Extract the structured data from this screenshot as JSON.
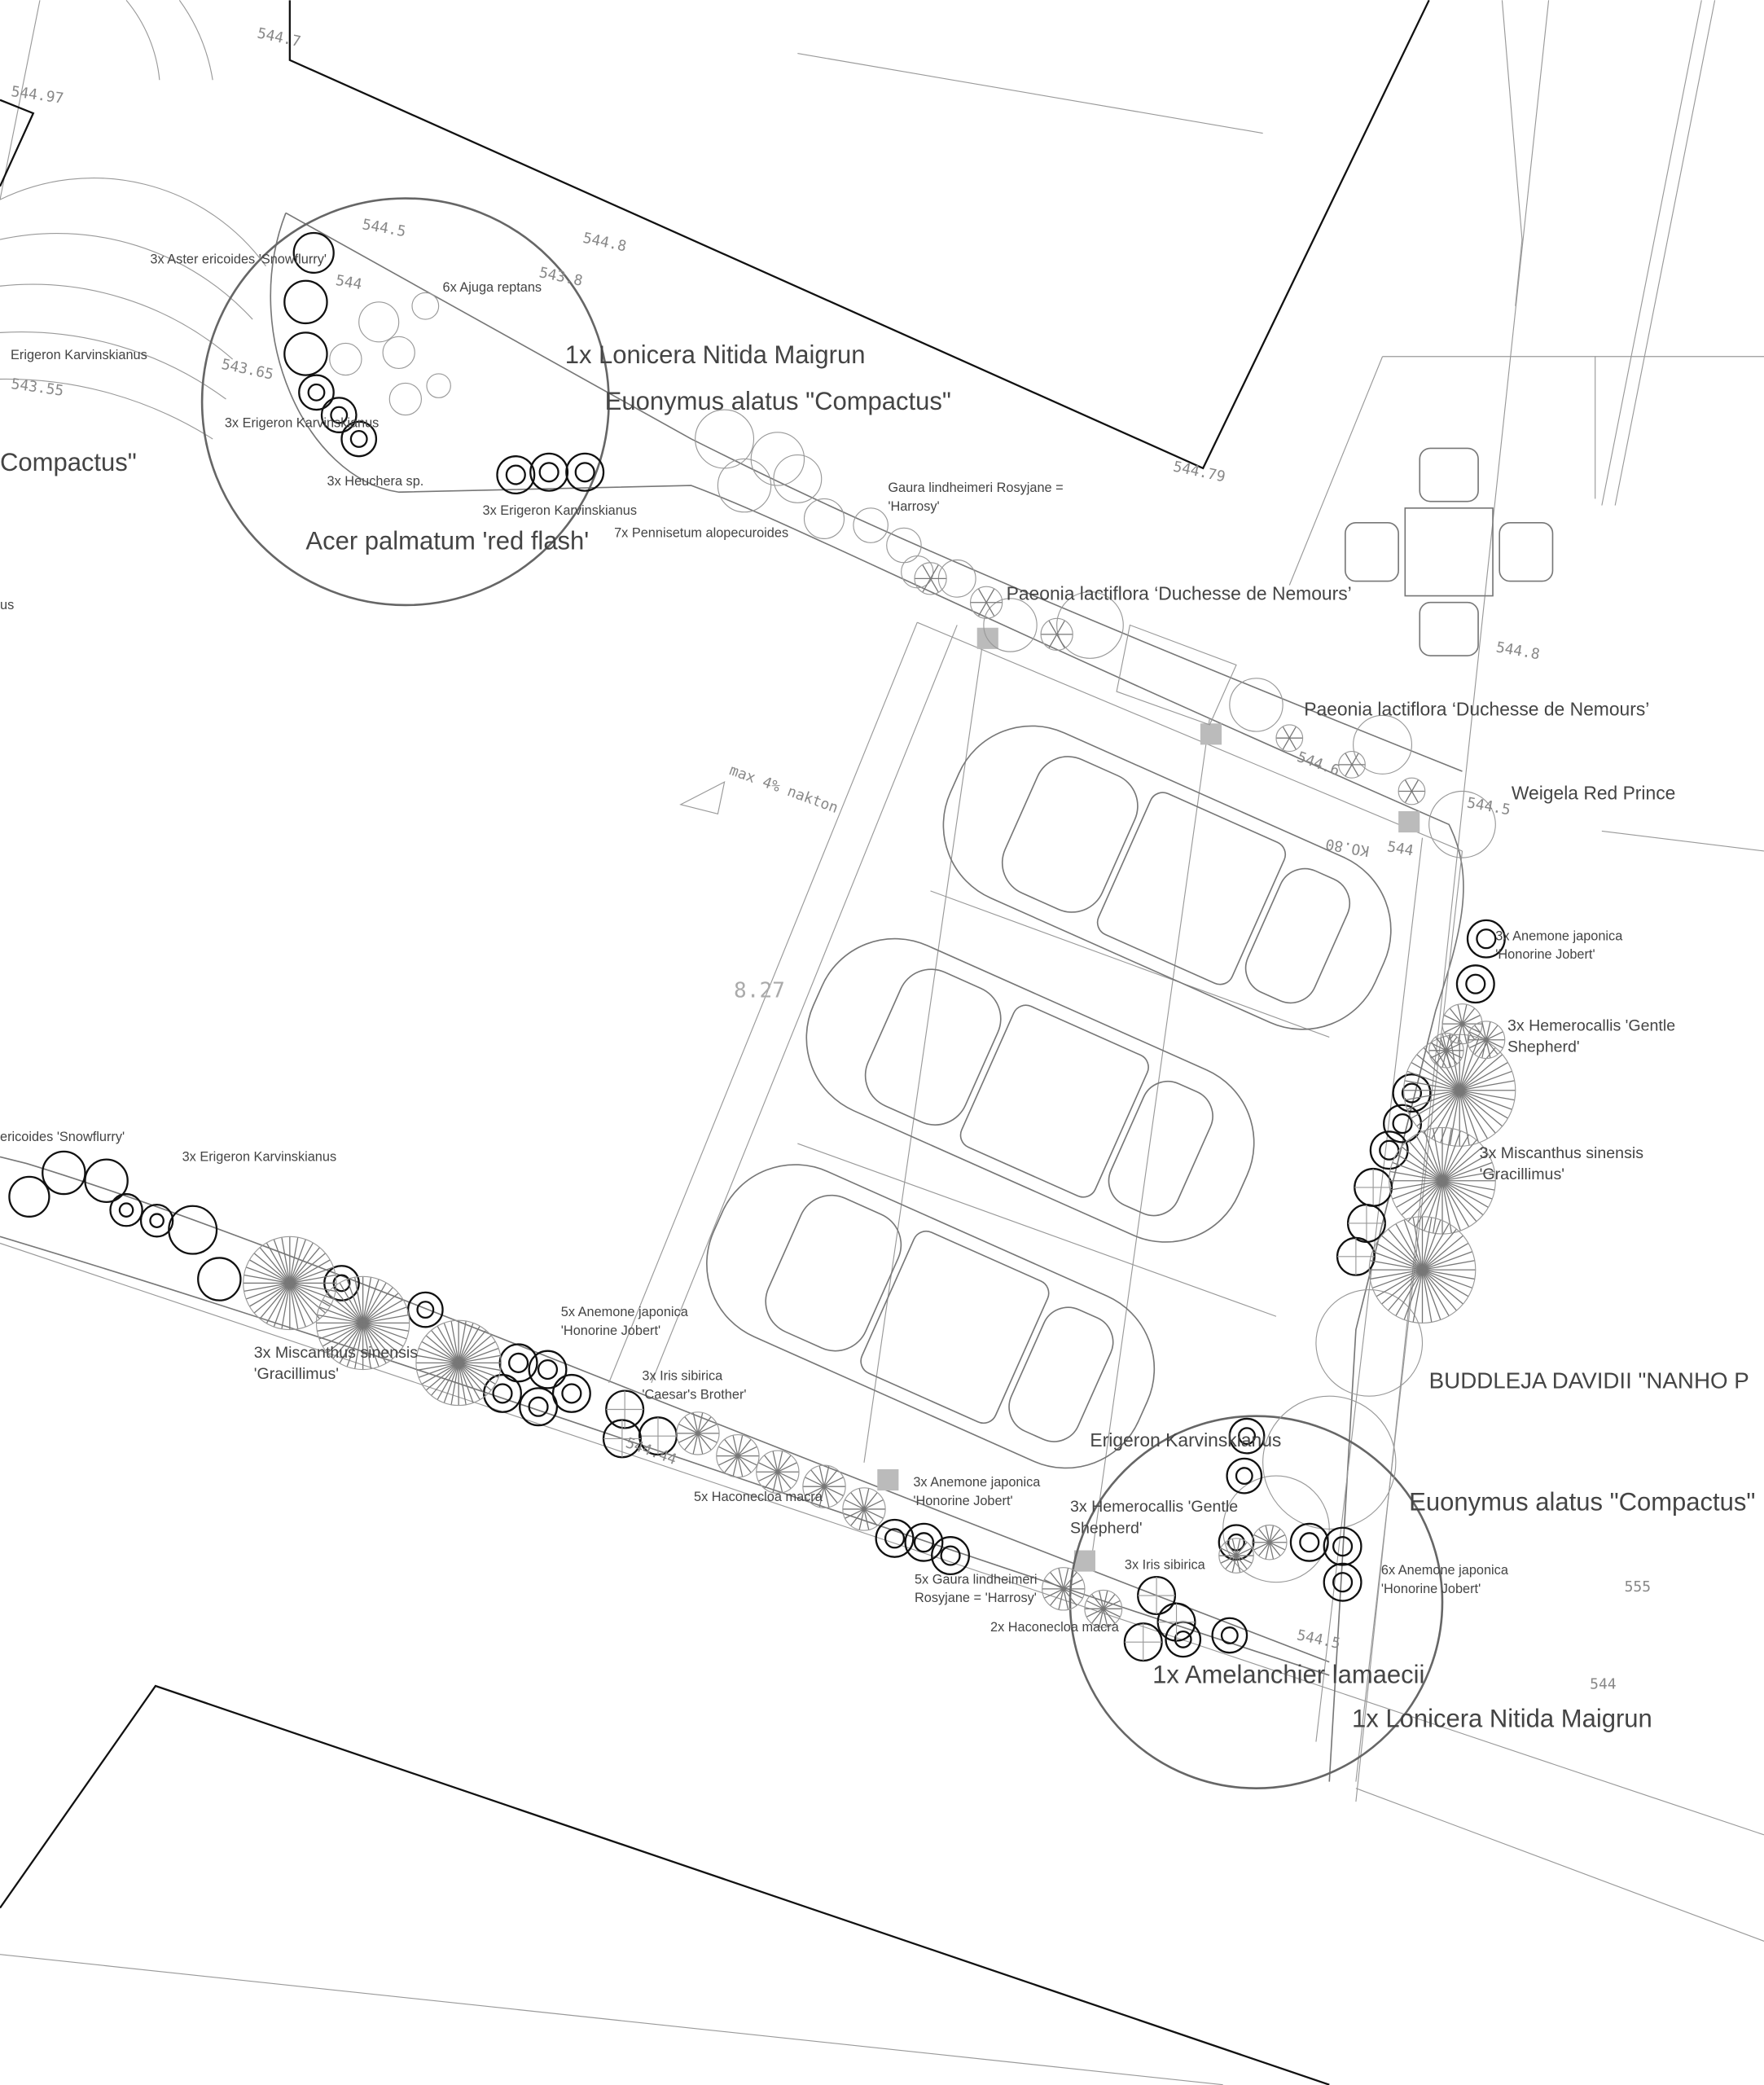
{
  "levels": [
    "544.7",
    "544.97",
    "544.5",
    "544.8",
    "543.8",
    "544",
    "543.65",
    "543.55",
    "544.79",
    "544.8",
    "544.6",
    "544.5",
    "544",
    "KO.80",
    "8.27",
    "544.44",
    "544.5",
    "555",
    "544"
  ],
  "slope_note": "max 4% nakton",
  "labels": {
    "aster_top": "3x Aster ericoides 'Snowflurry'",
    "ajuga": "6x Ajuga reptans",
    "erigeron_left": "Erigeron Karvinskianus",
    "lonicera_top": "1x Lonicera Nitida Maigrun",
    "euonymus_top": "Euonymus  alatus \"Compactus\"",
    "compactus_left": "Compactus\"",
    "erigeron_3a": "3x Erigeron Karvinskianus",
    "heuchera": "3x Heuchera sp.",
    "erigeron_3b": "3x Erigeron Karvinskianus",
    "pennisetum": "7x Pennisetum alopecuroides",
    "acer": "Acer palmatum 'red flash'",
    "gaura_top_1": "Gaura lindheimeri Rosyjane =",
    "gaura_top_2": "'Harrosy'",
    "us_left": "us",
    "paeonia_1": "Paeonia lactiflora ‘Duchesse de Nemours’",
    "paeonia_2": "Paeonia lactiflora ‘Duchesse de Nemours’",
    "weigela": "Weigela Red Prince",
    "anemone_r_1": "3x Anemone japonica",
    "anemone_r_2": "'Honorine Jobert'",
    "hemero_r_1": "3x Hemerocallis 'Gentle",
    "hemero_r_2": "Shepherd'",
    "misc_r_1": "3x Miscanthus sinensis",
    "misc_r_2": "'Gracillimus'",
    "aster_bottom": "ericoides 'Snowflurry'",
    "erigeron_bottom": "3x Erigeron Karvinskianus",
    "misc_l_1": "3x Miscanthus sinensis",
    "misc_l_2": "'Gracillimus'",
    "anemone_5_1": "5x Anemone japonica",
    "anemone_5_2": "'Honorine Jobert'",
    "iris_3_1": "3x Iris sibirica",
    "iris_3_2": "'Caesar's Brother'",
    "buddleja": "BUDDLEJA DAVIDII \"NANHO P",
    "erigeron_mid": "Erigeron Karvinskianus",
    "anemone_3b_1": "3x Anemone japonica",
    "anemone_3b_2": "'Honorine Jobert'",
    "hacon_5": "5x Haconecloa macra",
    "euonymus_bottom": "Euonymus  alatus \"Compactus\"",
    "hemero_b_1": "3x Hemerocallis 'Gentle",
    "hemero_b_2": "Shepherd'",
    "iris_b": "3x Iris sibirica",
    "anemone_6_1": "6x Anemone japonica",
    "anemone_6_2": "'Honorine Jobert'",
    "gaura_b_1": "5x Gaura lindheimeri",
    "gaura_b_2": "Rosyjane = 'Harrosy'",
    "hacon_2": "2x Haconecloa macra",
    "amelanchier": "1x Amelanchier lamaecii",
    "lonicera_bottom": "1x Lonicera Nitida Maigrun"
  }
}
